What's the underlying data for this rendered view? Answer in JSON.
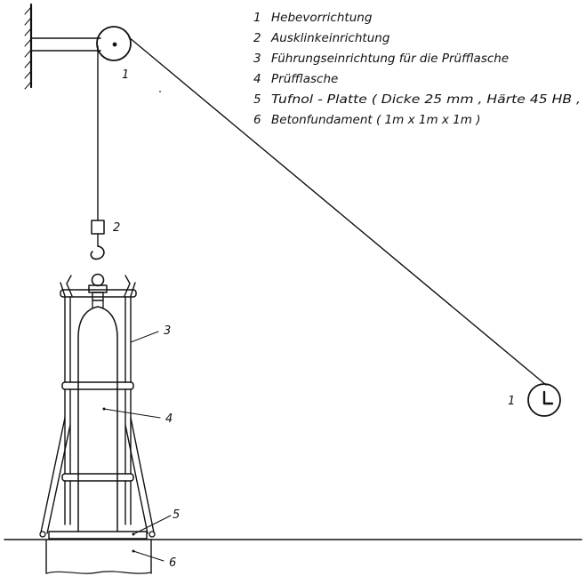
{
  "legend": [
    {
      "number": "1",
      "text": "Hebevorrichtung"
    },
    {
      "number": "2",
      "text": "Ausklinkeinrichtung"
    },
    {
      "number": "3",
      "text": "Führungseinrichtung für die Prüfflasche"
    },
    {
      "number": "4",
      "text": "Prüfflasche"
    },
    {
      "number": "5",
      "text": "Tufnol - Platte  ( Dicke 25 mm , Härte 45 HB ,"
    },
    {
      "number": "6",
      "text": "Betonfundament ( 1m x 1m x 1m )"
    }
  ],
  "callouts": {
    "pulley_top": "1",
    "winch": "1",
    "release_hook": "2",
    "guide_frame": "3",
    "cylinder": "4",
    "plate": "5",
    "foundation": "6"
  }
}
